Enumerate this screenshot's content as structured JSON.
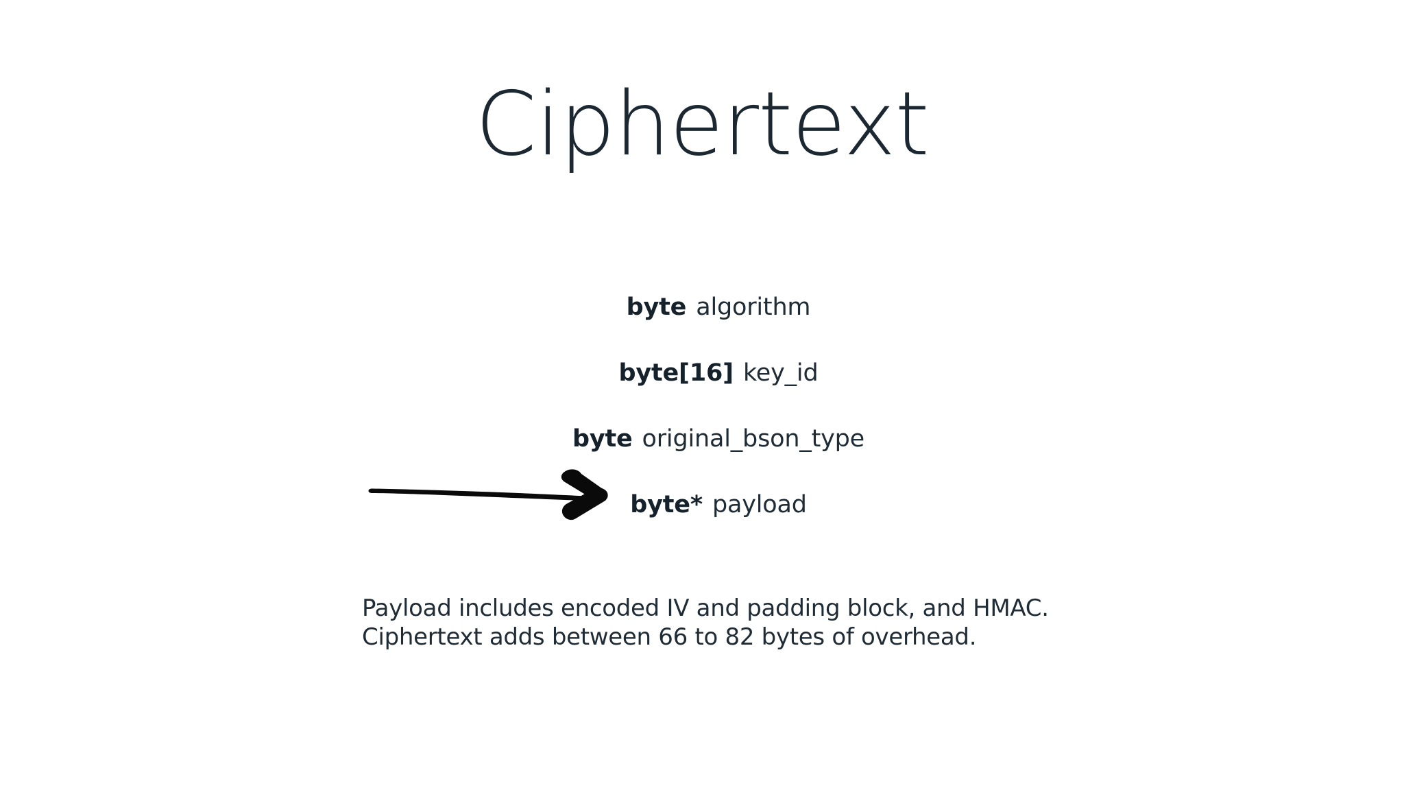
{
  "slide": {
    "title": "Ciphertext",
    "background_color": "#ffffff",
    "text_color": "#1b2731",
    "accent_color": "#000000"
  },
  "struct": {
    "fields": [
      {
        "type": "byte",
        "name": "algorithm"
      },
      {
        "type": "byte[16]",
        "name": "key_id"
      },
      {
        "type": "byte",
        "name": "original_bson_type"
      },
      {
        "type": "byte*",
        "name": "payload"
      }
    ]
  },
  "annotation": {
    "arrow": "arrow-right-handdrawn",
    "points_at": "payload",
    "color": "#000000"
  },
  "caption": {
    "line1": "Payload includes encoded IV and padding block, and HMAC.",
    "line2": "Ciphertext adds between 66 to 82 bytes of overhead."
  }
}
